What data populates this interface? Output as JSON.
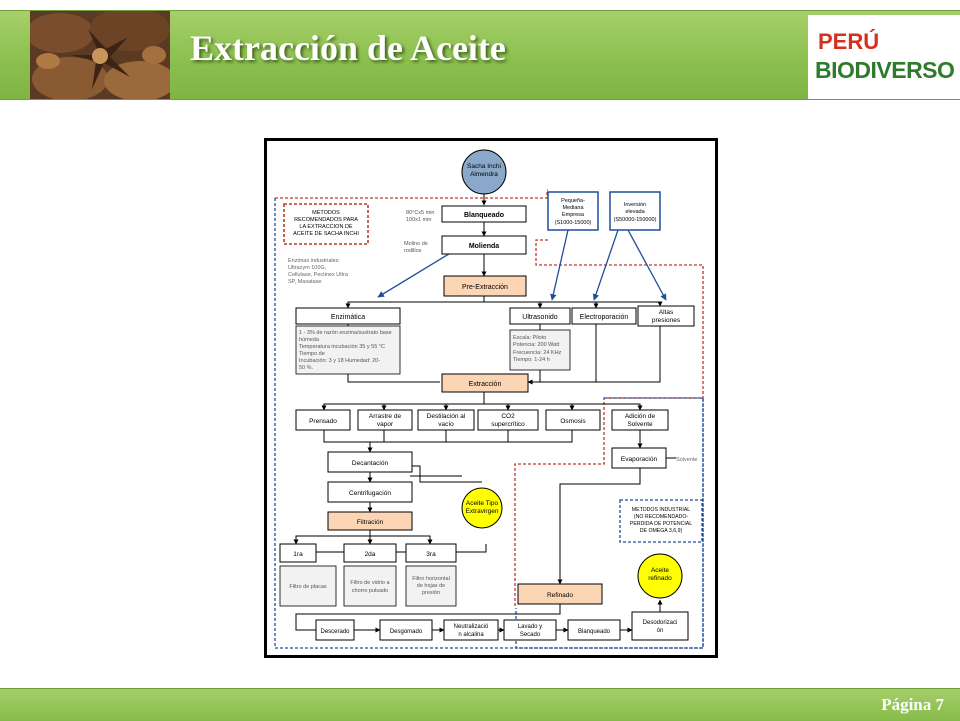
{
  "header": {
    "title": "Extracción de Aceite"
  },
  "logo": {
    "line1": "PERÚ",
    "line2": "BIODIVERSO"
  },
  "footer": {
    "page": "Página 7"
  },
  "diagram": {
    "start": [
      "Sacha Inchi",
      "Almendra"
    ],
    "methods_note": [
      "METODOS",
      "RECOMENDADOS PARA",
      "LA EXTRACCION DE",
      "ACEITE DE SACHA INCHI"
    ],
    "blanqueado_top": "Blanqueado",
    "blanqueado_note": [
      "80°Cx5 min",
      "100x1 min"
    ],
    "molienda": "Molienda",
    "molienda_note": [
      "Molino de",
      "rodillos"
    ],
    "pequena": [
      "Pequeña-",
      "Mediana",
      "Empresa",
      "(S1000-15000)"
    ],
    "inversion": [
      "Inversión",
      "elevada",
      "(S50000-150000)"
    ],
    "enzimas": [
      "Enzimas industriales:",
      "Ultrazym 100G,",
      "Cellulase, Pectinex Ultra",
      "SP, Maxatase"
    ],
    "pre_extraccion": "Pre-Extracción",
    "enzimatica": "Enzimática",
    "enz_note": [
      "1 - 3% de razón enzima/sustrato base",
      "húmeda",
      "Temperatura incubación 35 y 55 °C",
      "Tiempo de",
      "Incubación: 3 y 18 Humedad: 20-",
      "50 %."
    ],
    "ultrasonido": "Ultrasonido",
    "ultra_note": [
      "Escala: Piloto",
      "Potencia: 200 Watt",
      "Frecuencia: 24 KHz",
      "Tiempo: 1-24 h"
    ],
    "electroporacion": "Electroporación",
    "altas": [
      "Altas",
      "presiones"
    ],
    "extraccion": "Extracción",
    "prensado": "Prensado",
    "arrastre": [
      "Arrastre de",
      "vapor"
    ],
    "destilacion": [
      "Destilación al",
      "vacío"
    ],
    "co2": [
      "CO2",
      "supercrítico"
    ],
    "osmosis": "Osmosis",
    "adicion": [
      "Adición de",
      "Solvente"
    ],
    "evaporacion": "Evaporación",
    "solvente": "Solvente",
    "industrial_note": [
      "METODOS INDUSTRIAL",
      "(NO RECOMENDADO-",
      "PERDIDA DE POTENCIAL",
      "DE OMEGA 3,6,9)"
    ],
    "decantacion": "Decantación",
    "centrifugacion": "Centrifugación",
    "aceite_extra": [
      "Aceite Tipo",
      "Extravirgen"
    ],
    "filtracion": "Filtración",
    "f1": "1ra",
    "f2": "2da",
    "f3": "3ra",
    "f1_note": [
      "Filtro de placas"
    ],
    "f2_note": [
      "Filtro de vidrio a",
      "chorro pulsado"
    ],
    "f3_note": [
      "Filtro horizontal",
      "de hojas de",
      "presión"
    ],
    "refinado": "Refinado",
    "aceite_ref": [
      "Aceite",
      "refinado"
    ],
    "descerado": "Descerado",
    "desgomado": "Desgomado",
    "neutralizacion": [
      "Neutralizació",
      "n alcalina"
    ],
    "lavado": [
      "Lavado y",
      "Secado"
    ],
    "blanqueado_bot": "Blanqueado",
    "desodorizacion": [
      "Desodorizaci",
      "ón"
    ]
  }
}
